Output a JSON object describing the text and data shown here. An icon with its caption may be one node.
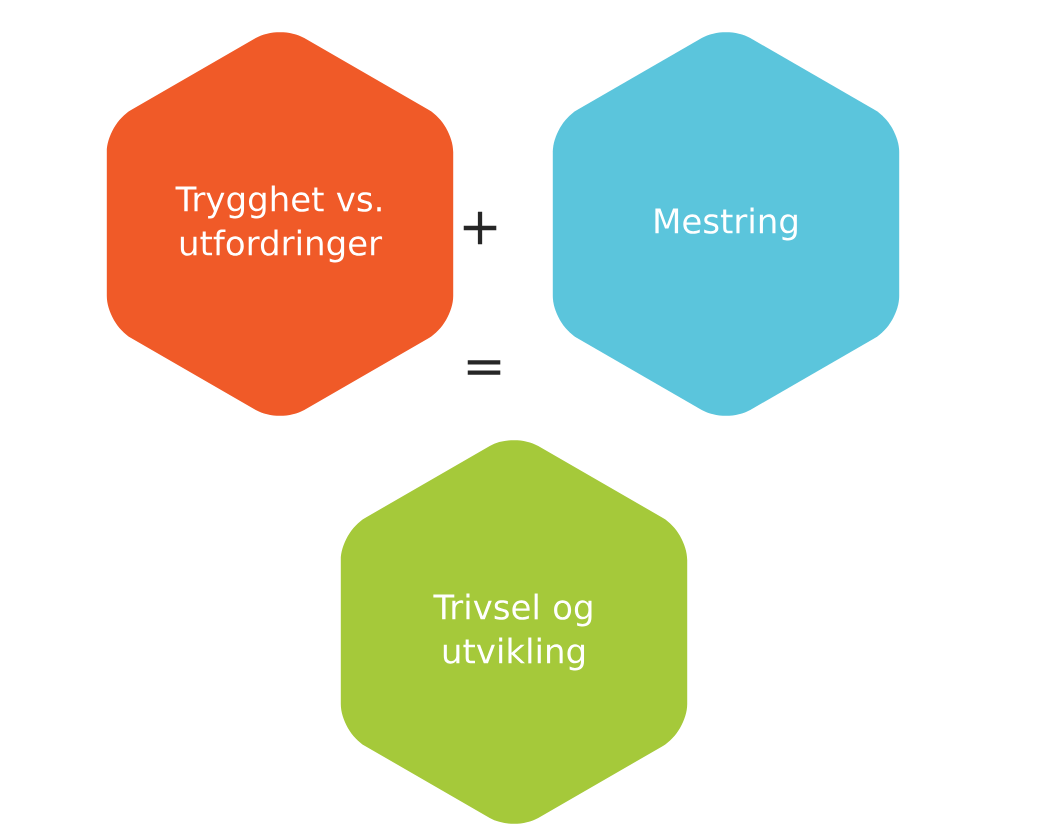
{
  "diagram": {
    "nodes": [
      {
        "text": [
          "Trygghet vs. utfordringer"
        ]
      },
      {
        "text": [
          "Mestring"
        ]
      },
      {
        "text": [
          "Trivsel og utvikling"
        ]
      }
    ],
    "labels": [
      "+",
      "="
    ]
  }
}
